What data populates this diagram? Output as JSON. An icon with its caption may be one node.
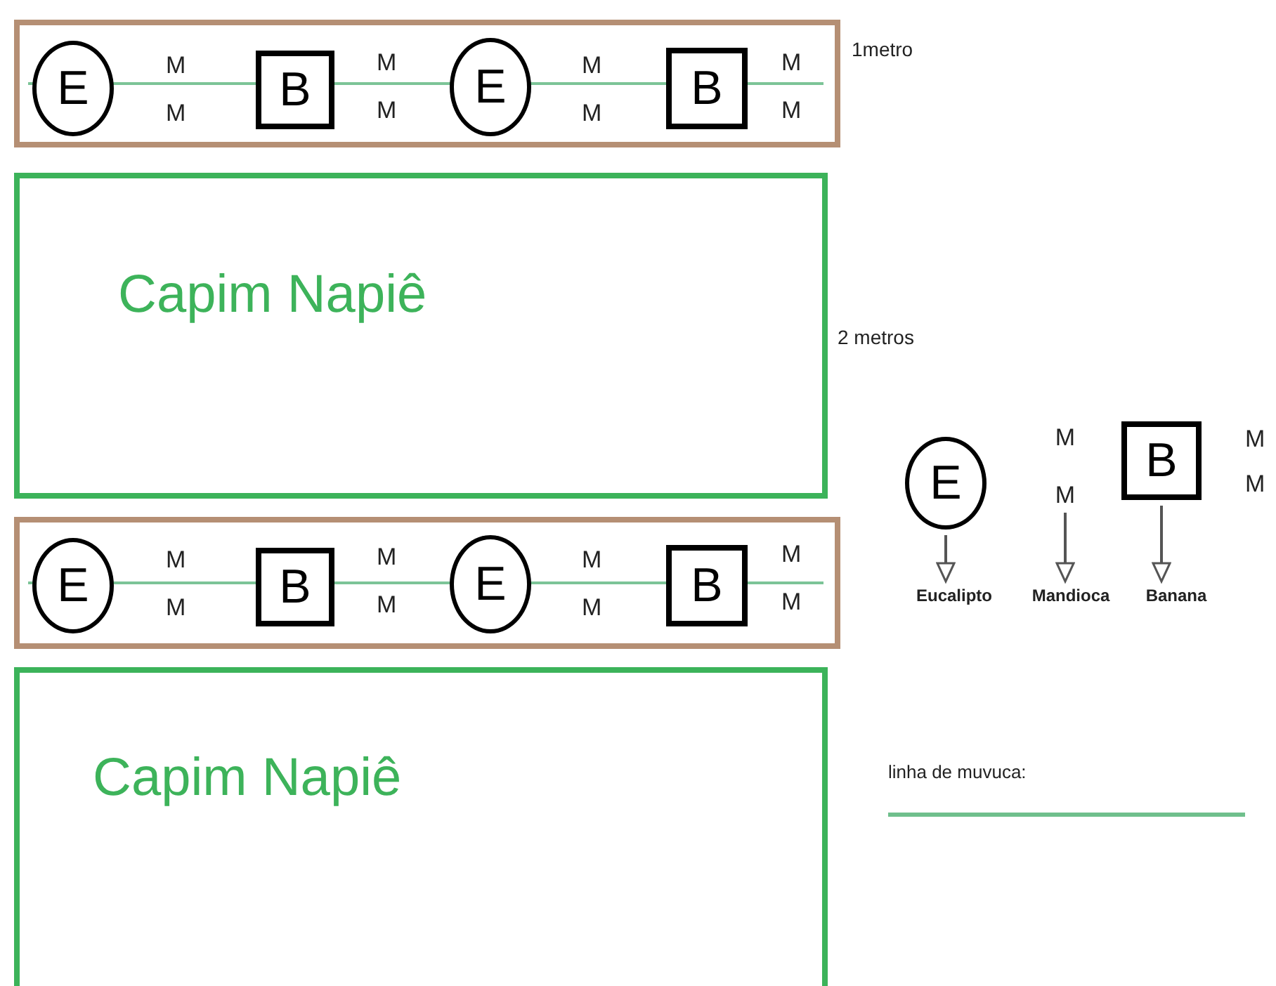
{
  "diagram": {
    "nodes": [
      {
        "text": [],
        "shape": "box"
      },
      {
        "text": [
          "E"
        ],
        "in": 0
      },
      {
        "text": [
          "B"
        ],
        "in": 0
      },
      {
        "text": [
          "E"
        ],
        "in": 0
      },
      {
        "text": [
          "B"
        ],
        "in": 0
      },
      {
        "text": [
          "Capim Napiê"
        ]
      },
      {
        "text": [],
        "shape": "box"
      },
      {
        "text": [
          "E"
        ],
        "in": 6
      },
      {
        "text": [
          "B"
        ],
        "in": 6
      },
      {
        "text": [
          "E"
        ],
        "in": 6
      },
      {
        "text": [
          "B"
        ],
        "in": 6
      },
      {
        "text": [
          "Capim Napiê"
        ]
      },
      {
        "text": [
          "E"
        ]
      },
      {
        "text": [
          "M",
          "M"
        ]
      },
      {
        "text": [
          "B"
        ]
      },
      {
        "text": [
          "Eucalipto"
        ]
      },
      {
        "text": [
          "Mandioca"
        ]
      },
      {
        "text": [
          "Banana"
        ]
      }
    ],
    "edges": [
      {
        "from": 12,
        "to": 15,
        "arrow": "to"
      },
      {
        "from": 13,
        "to": 16,
        "arrow": "to"
      },
      {
        "from": 14,
        "to": 17,
        "arrow": "to"
      }
    ],
    "labels": [
      "M",
      "M",
      "M",
      "M",
      "M",
      "M",
      "M",
      "M",
      "1metro",
      "2 metros",
      "M",
      "M",
      "M",
      "M",
      "M",
      "M",
      "M",
      "M",
      "M",
      "M"
    ],
    "legend": [
      {
        "text": "linha de muvuca:"
      }
    ]
  }
}
